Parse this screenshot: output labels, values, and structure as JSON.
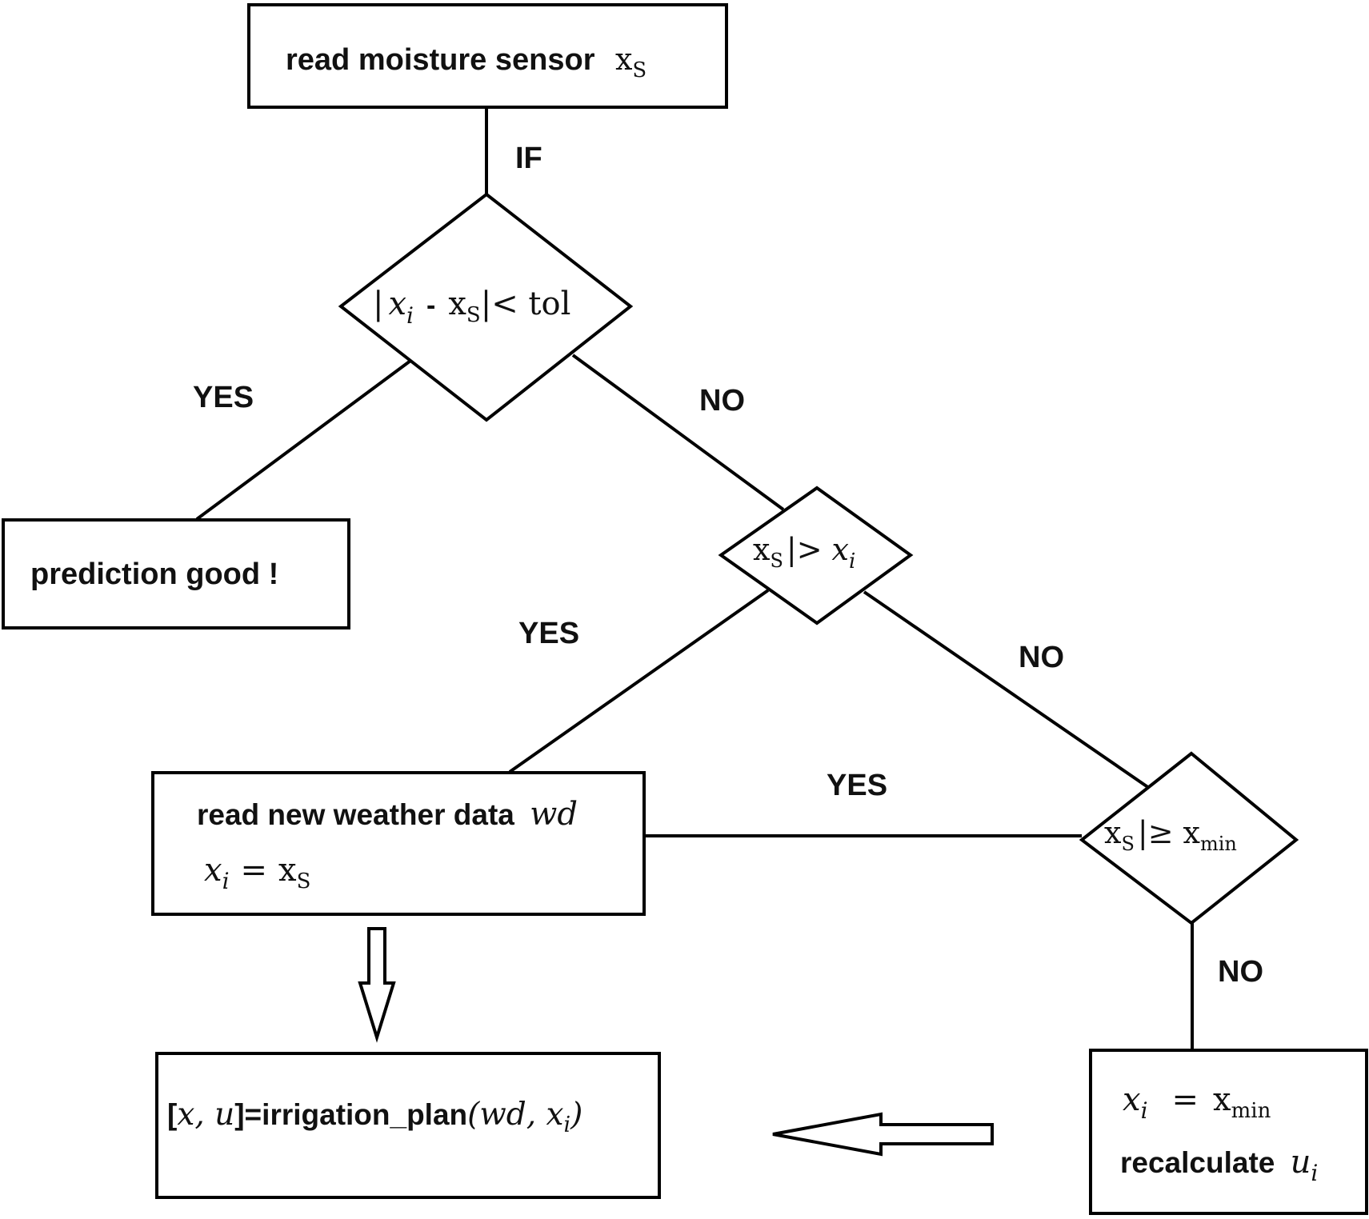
{
  "nodes": {
    "read_sensor": {
      "text": "read moisture sensor",
      "var": "x",
      "sub": "S"
    },
    "check_tol": {
      "bar_left": "|",
      "xi_x": "x",
      "xi_i": "i",
      "minus": "-",
      "xs_x": "x",
      "xs_s": "S",
      "rest": "|< tol"
    },
    "prediction_good": {
      "text": "prediction good !"
    },
    "check_greater": {
      "xs_x": "x",
      "xs_s": "S",
      "op": "|>",
      "xi_x": "x",
      "xi_i": "i"
    },
    "check_min": {
      "xs_x": "x",
      "xs_s": "S",
      "op": "|≥",
      "xmin_x": "x",
      "xmin_sub": "min"
    },
    "read_weather": {
      "text": "read new weather data",
      "wd": "wd",
      "xi_x": "x",
      "xi_i": "i",
      "eq": "=",
      "xs_x": "x",
      "xs_s": "S"
    },
    "irrigation_plan": {
      "open": "[",
      "vars": "x, u",
      "close_eq": "]=irrigation_plan",
      "args_open": "(wd, x",
      "args_i": "i",
      "args_close": ")"
    },
    "recalculate": {
      "xi_x": "x",
      "xi_i": "i",
      "eq": "=",
      "xmin_x": "x",
      "xmin_sub": "min",
      "text": "recalculate",
      "u": "u",
      "u_i": "i"
    }
  },
  "edge_labels": {
    "if": "IF",
    "yes_1": "YES",
    "no_1": "NO",
    "yes_2": "YES",
    "no_2": "NO",
    "yes_3": "YES",
    "no_3": "NO"
  }
}
